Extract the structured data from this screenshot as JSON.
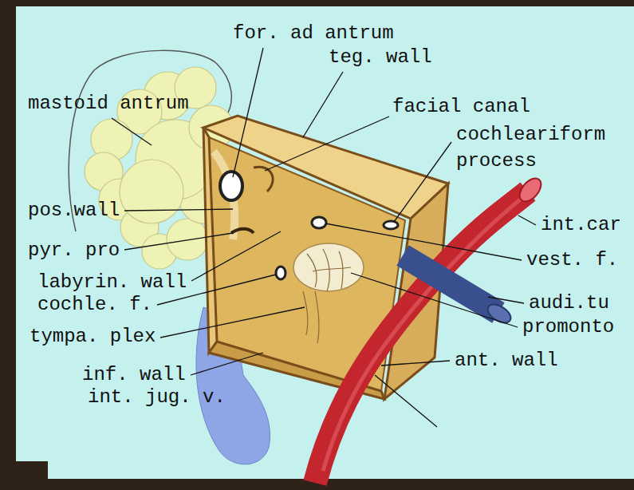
{
  "diagram": {
    "labels": [
      "for. ad antrum",
      "teg. wall",
      "mastoid antrum",
      "facial canal",
      "cochleariform process",
      "pos.wall",
      "pyr. pro",
      "int.car",
      "vest. f.",
      "labyrin. wall",
      "cochle. f.",
      "audi.tu",
      "promonto",
      "tympa. plex",
      "ant. wall",
      "inf. wall",
      "int. jug. v."
    ]
  }
}
